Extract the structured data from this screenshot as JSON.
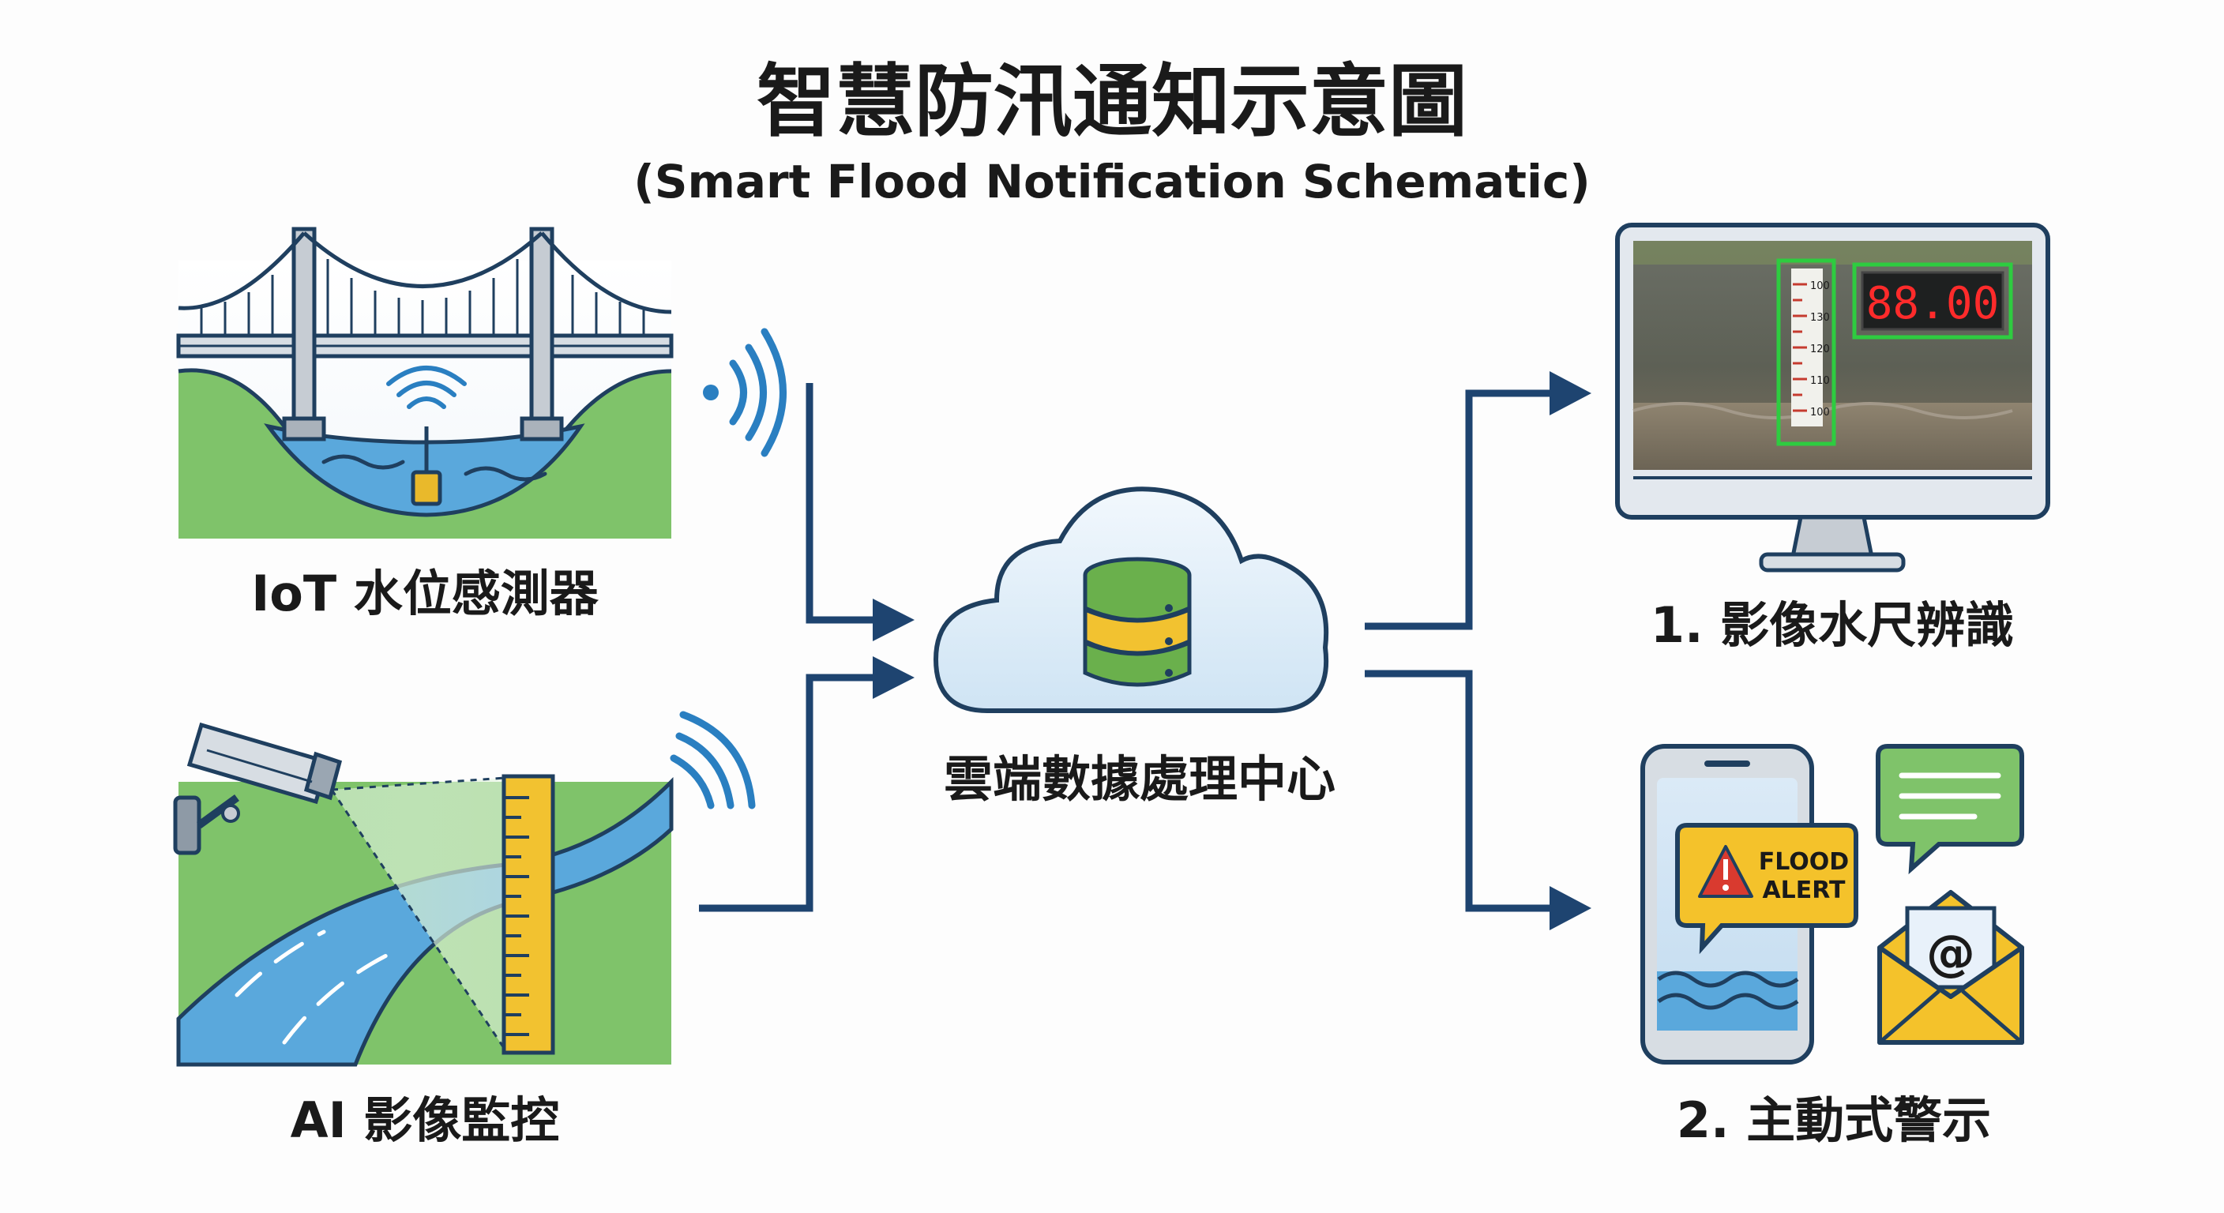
{
  "title": "智慧防汛通知示意圖",
  "subtitle": "(Smart Flood Notification Schematic)",
  "nodes": {
    "iot_sensor": {
      "label": "IoT 水位感測器",
      "icon": "bridge-river-sensor"
    },
    "ai_camera": {
      "label": "AI 影像監控",
      "icon": "cctv-camera-staff-gauge"
    },
    "cloud_center": {
      "label": "雲端數據處理中心",
      "icon": "cloud-database"
    },
    "image_recognition": {
      "label": "1. 影像水尺辨識",
      "icon": "monitor-gauge-recognition",
      "display_reading": "88.00",
      "gauge_ticks": [
        "100",
        "130",
        "120",
        "110",
        "100"
      ]
    },
    "active_alert": {
      "label": "2. 主動式警示",
      "icon": "phone-alert-message-email",
      "alert_line1": "FLOOD",
      "alert_line2": "ALERT",
      "email_symbol": "@"
    }
  },
  "colors": {
    "arrow": "#1e4470",
    "outline": "#1f3f5f",
    "water": "#5aa8dc",
    "grass": "#7fc36a",
    "db_green": "#6ab04c",
    "db_yellow": "#f2c230",
    "alert_yellow": "#f4c22b",
    "alert_red": "#d93a2f",
    "recognition_box": "#2ecc40",
    "digit_red": "#ff2b2b"
  }
}
